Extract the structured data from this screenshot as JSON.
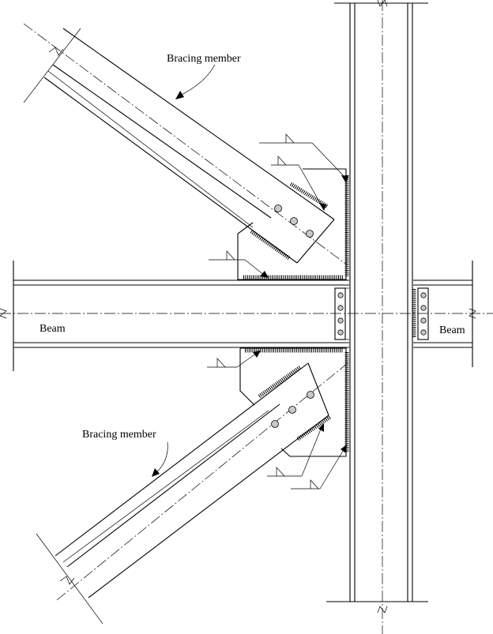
{
  "labels": {
    "bracing_top": "Bracing member",
    "bracing_bottom": "Bracing member",
    "beam_left": "Beam",
    "beam_right": "Beam"
  }
}
